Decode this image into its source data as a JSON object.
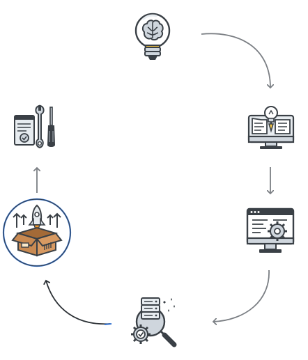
{
  "diagram": {
    "type": "cycle",
    "direction": "clockwise",
    "steps": [
      {
        "id": "idea",
        "icon": "lightbulb-brain-icon"
      },
      {
        "id": "design",
        "icon": "blueprint-monitor-icon"
      },
      {
        "id": "develop",
        "icon": "code-monitor-gear-icon"
      },
      {
        "id": "test",
        "icon": "server-magnifier-icon"
      },
      {
        "id": "launch",
        "icon": "rocket-box-icon",
        "highlighted": true
      },
      {
        "id": "maintain",
        "icon": "document-tools-icon"
      }
    ]
  },
  "colors": {
    "outline": "#3a4046",
    "arrow": "#7b7f84",
    "highlight_ring": "#2f6fce",
    "gray_fill": "#cfd6dd",
    "yellow": "#f5c542",
    "orange": "#f39a2b",
    "box": "#c98a52",
    "box_dark": "#a46a37",
    "blue": "#2f6fce",
    "cream": "#fbe9c9"
  }
}
